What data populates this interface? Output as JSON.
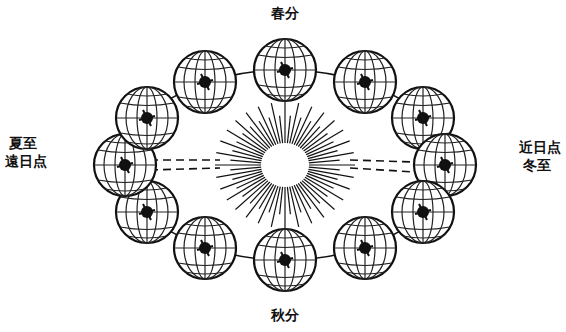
{
  "diagram": {
    "labels": [
      "春分",
      "夏至",
      "遠日点",
      "近日点",
      "冬至",
      "秋分"
    ]
  }
}
